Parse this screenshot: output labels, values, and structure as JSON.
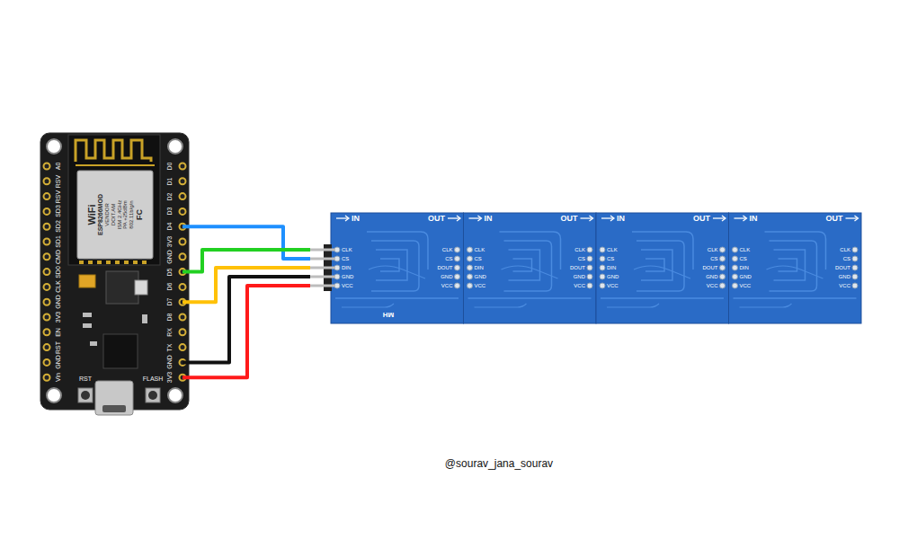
{
  "diagram": {
    "labels": [
      "D0",
      "D1",
      "D2",
      "D3",
      "D4",
      "3V3",
      "GND",
      "D5",
      "D6",
      "D7",
      "D8",
      "RX",
      "TX",
      "GND",
      "3V3",
      "A0",
      "RSV",
      "RSV",
      "SD3",
      "SD2",
      "SD1",
      "CMD",
      "SD0",
      "CLK",
      "GND",
      "3V3",
      "EN",
      "RST",
      "GND",
      "Vin",
      "RST",
      "FLASH",
      "WiFi",
      "ESP8266MOD",
      "VENDOR",
      "DOIT.AM",
      "ISM 2.4GHz",
      "PA +25dBm",
      "802.11b/g/n",
      "FC",
      "IN",
      "OUT",
      "IN",
      "OUT",
      "IN",
      "OUT",
      "IN",
      "OUT",
      "CLK",
      "CS",
      "DIN",
      "GND",
      "VCC",
      "CLK",
      "CS",
      "DOUT",
      "GND",
      "VCC",
      "CLK",
      "CS",
      "DIN",
      "GND",
      "VCC",
      "CLK",
      "CS",
      "DOUT",
      "GND",
      "VCC",
      "CLK",
      "CS",
      "DIN",
      "GND",
      "VCC",
      "CLK",
      "CS",
      "DOUT",
      "GND",
      "VCC",
      "CLK",
      "CS",
      "DIN",
      "GND",
      "VCC",
      "CLK",
      "CS",
      "DOUT",
      "GND",
      "VCC",
      "MH",
      "@sourav_jana_sourav"
    ]
  }
}
